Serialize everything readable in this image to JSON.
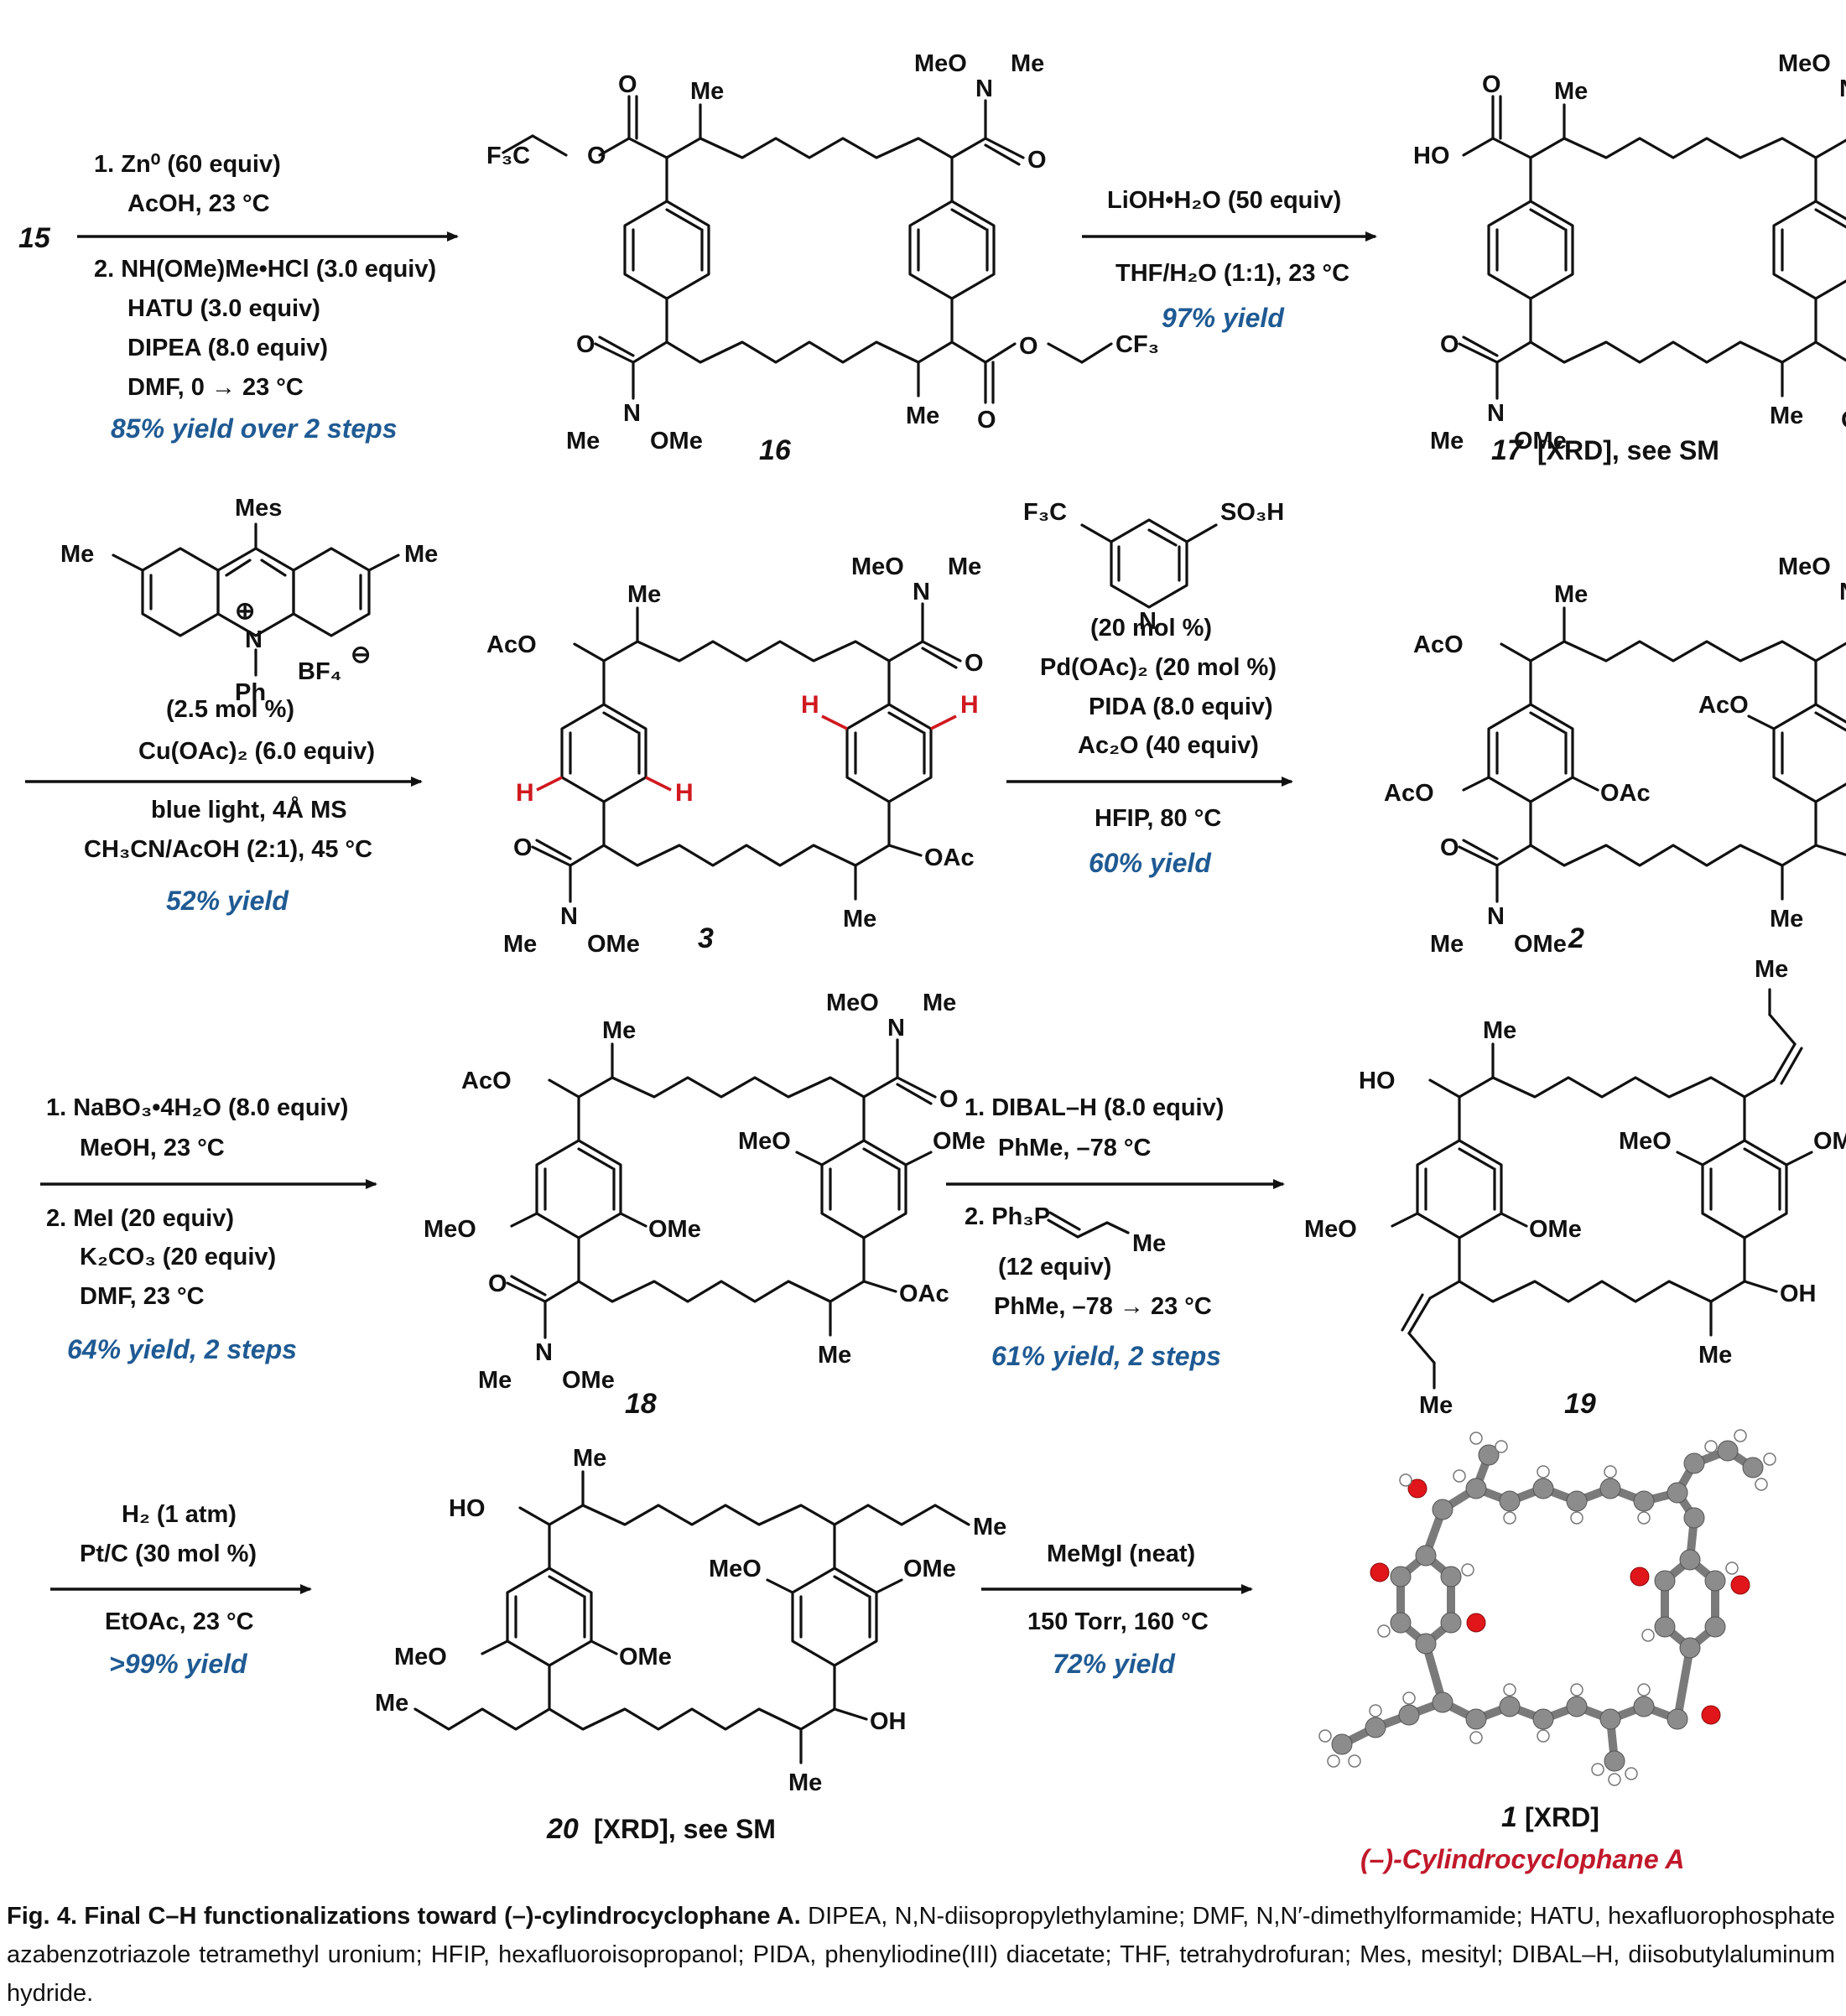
{
  "start_material": "15",
  "step1": {
    "lines": [
      "1.  Zn⁰ (60 equiv)",
      "AcOH, 23 °C",
      "2. NH(OMe)Me•HCl (3.0 equiv)",
      "HATU (3.0 equiv)",
      "DIPEA (8.0 equiv)",
      "DMF, 0 → 23 °C"
    ],
    "yield": "85% yield over 2 steps"
  },
  "step2": {
    "lines": [
      "LiOH•H₂O (50 equiv)",
      "THF/H₂O (1:1), 23 °C"
    ],
    "yield": "97% yield"
  },
  "step3": {
    "catalyst_labels": [
      "Mes",
      "Me",
      "Me",
      "N",
      "⊕",
      "Ph",
      "BF₄",
      "⊖"
    ],
    "lines": [
      "(2.5 mol %)",
      "Cu(OAc)₂ (6.0 equiv)",
      "blue light, 4Å MS",
      "CH₃CN/AcOH (2:1), 45 °C"
    ],
    "yield": "52% yield"
  },
  "step4": {
    "ligand_labels": [
      "F₃C",
      "SO₃H",
      "N"
    ],
    "lines": [
      "(20 mol %)",
      "Pd(OAc)₂ (20 mol %)",
      "PIDA (8.0 equiv)",
      "Ac₂O (40 equiv)",
      "HFIP, 80 °C"
    ],
    "yield": "60% yield"
  },
  "step5": {
    "lines": [
      "1.  NaBO₃•4H₂O (8.0 equiv)",
      "MeOH, 23 °C",
      "2. MeI (20 equiv)",
      "K₂CO₃ (20 equiv)",
      "DMF, 23 °C"
    ],
    "yield": "64% yield, 2 steps"
  },
  "step6": {
    "lines": [
      "1.  DIBAL–H (8.0 equiv)",
      "PhMe, –78 °C",
      "2.  Ph₃P",
      "Me",
      "(12 equiv)",
      "PhMe, –78 → 23 °C"
    ],
    "yield": "61% yield, 2 steps"
  },
  "step7": {
    "lines": [
      "H₂ (1 atm)",
      "Pt/C (30 mol %)",
      "EtOAc, 23 °C"
    ],
    "yield": ">99% yield"
  },
  "step8": {
    "lines": [
      "MeMgI (neat)",
      "150 Torr, 160 °C"
    ],
    "yield": "72% yield"
  },
  "compounds": {
    "c16": {
      "id": "16",
      "note": ""
    },
    "c17": {
      "id": "17",
      "note": "[XRD], see SM"
    },
    "c3": {
      "id": "3",
      "note": ""
    },
    "c2": {
      "id": "2",
      "note": ""
    },
    "c18": {
      "id": "18",
      "note": ""
    },
    "c19": {
      "id": "19",
      "note": ""
    },
    "c20": {
      "id": "20",
      "note": "[XRD], see SM"
    },
    "c1": {
      "id": "1",
      "note": "[XRD]",
      "name": "(–)-Cylindrocyclophane A"
    }
  },
  "atom_labels": {
    "MeO": "MeO",
    "Me": "Me",
    "N": "N",
    "O": "O",
    "OMe": "OMe",
    "F3C": "F₃C",
    "CF3": "CF₃",
    "HO": "HO",
    "OH": "OH",
    "AcO": "AcO",
    "OAc": "OAc",
    "H": "H"
  },
  "colors": {
    "yield": "#1f5a93",
    "natural_product": "#c0192b",
    "highlight_h": "#d0191f",
    "oxygen": "#e0161b",
    "carbon": "#8c8c8c"
  },
  "caption": {
    "title": "Fig. 4. Final C–H functionalizations toward (–)-cylindrocyclophane A.",
    "body": " DIPEA, N,N-diisopropylethylamine; DMF, N,N′-dimethylformamide; HATU, hexafluorophosphate azabenzotriazole tetramethyl uronium; HFIP, hexafluoroisopropanol; PIDA, phenyliodine(III) diacetate; THF, tetrahydrofuran; Mes, mesityl; DIBAL–H, diisobutylaluminum hydride."
  }
}
